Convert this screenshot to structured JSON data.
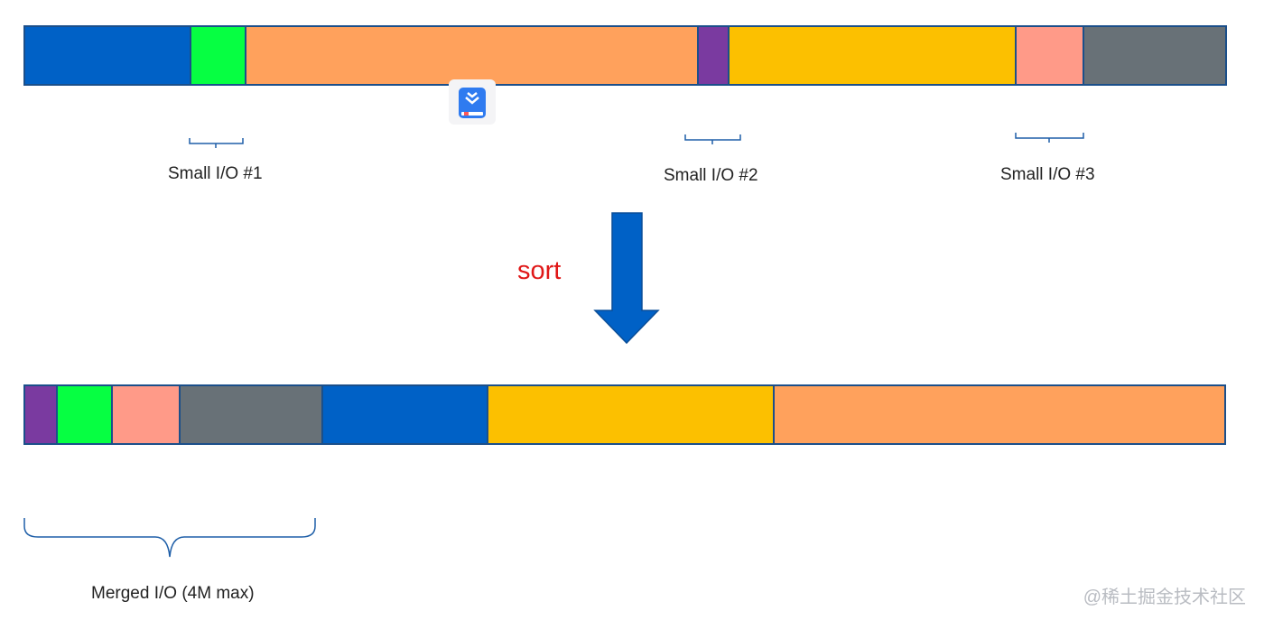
{
  "colors": {
    "blue": "#0061c6",
    "green": "#06ff42",
    "orange": "#ffa15c",
    "purple": "#7a3aa0",
    "yellow": "#fcc000",
    "salmon": "#ff9a88",
    "gray": "#687177",
    "border": "#1b4f8a",
    "arrow": "#0061c6",
    "sort_text": "#e01818"
  },
  "top_bar": [
    {
      "name": "blue",
      "size": 183
    },
    {
      "name": "green",
      "size": 60
    },
    {
      "name": "orange",
      "size": 503
    },
    {
      "name": "purple",
      "size": 32
    },
    {
      "name": "yellow",
      "size": 318
    },
    {
      "name": "salmon",
      "size": 74
    },
    {
      "name": "gray",
      "size": 157
    }
  ],
  "bottom_bar": [
    {
      "name": "purple",
      "size": 34
    },
    {
      "name": "green",
      "size": 60
    },
    {
      "name": "salmon",
      "size": 74
    },
    {
      "name": "gray",
      "size": 157
    },
    {
      "name": "blue",
      "size": 183
    },
    {
      "name": "yellow",
      "size": 318
    },
    {
      "name": "orange",
      "size": 503
    }
  ],
  "labels": {
    "small1": "Small I/O #1",
    "small2": "Small I/O #2",
    "small3": "Small I/O #3",
    "sort": "sort",
    "merged": "Merged I/O (4M max)"
  },
  "icons": {
    "app": "book-download-icon",
    "arrow": "down-arrow-icon"
  },
  "watermark": "@稀土掘金技术社区"
}
